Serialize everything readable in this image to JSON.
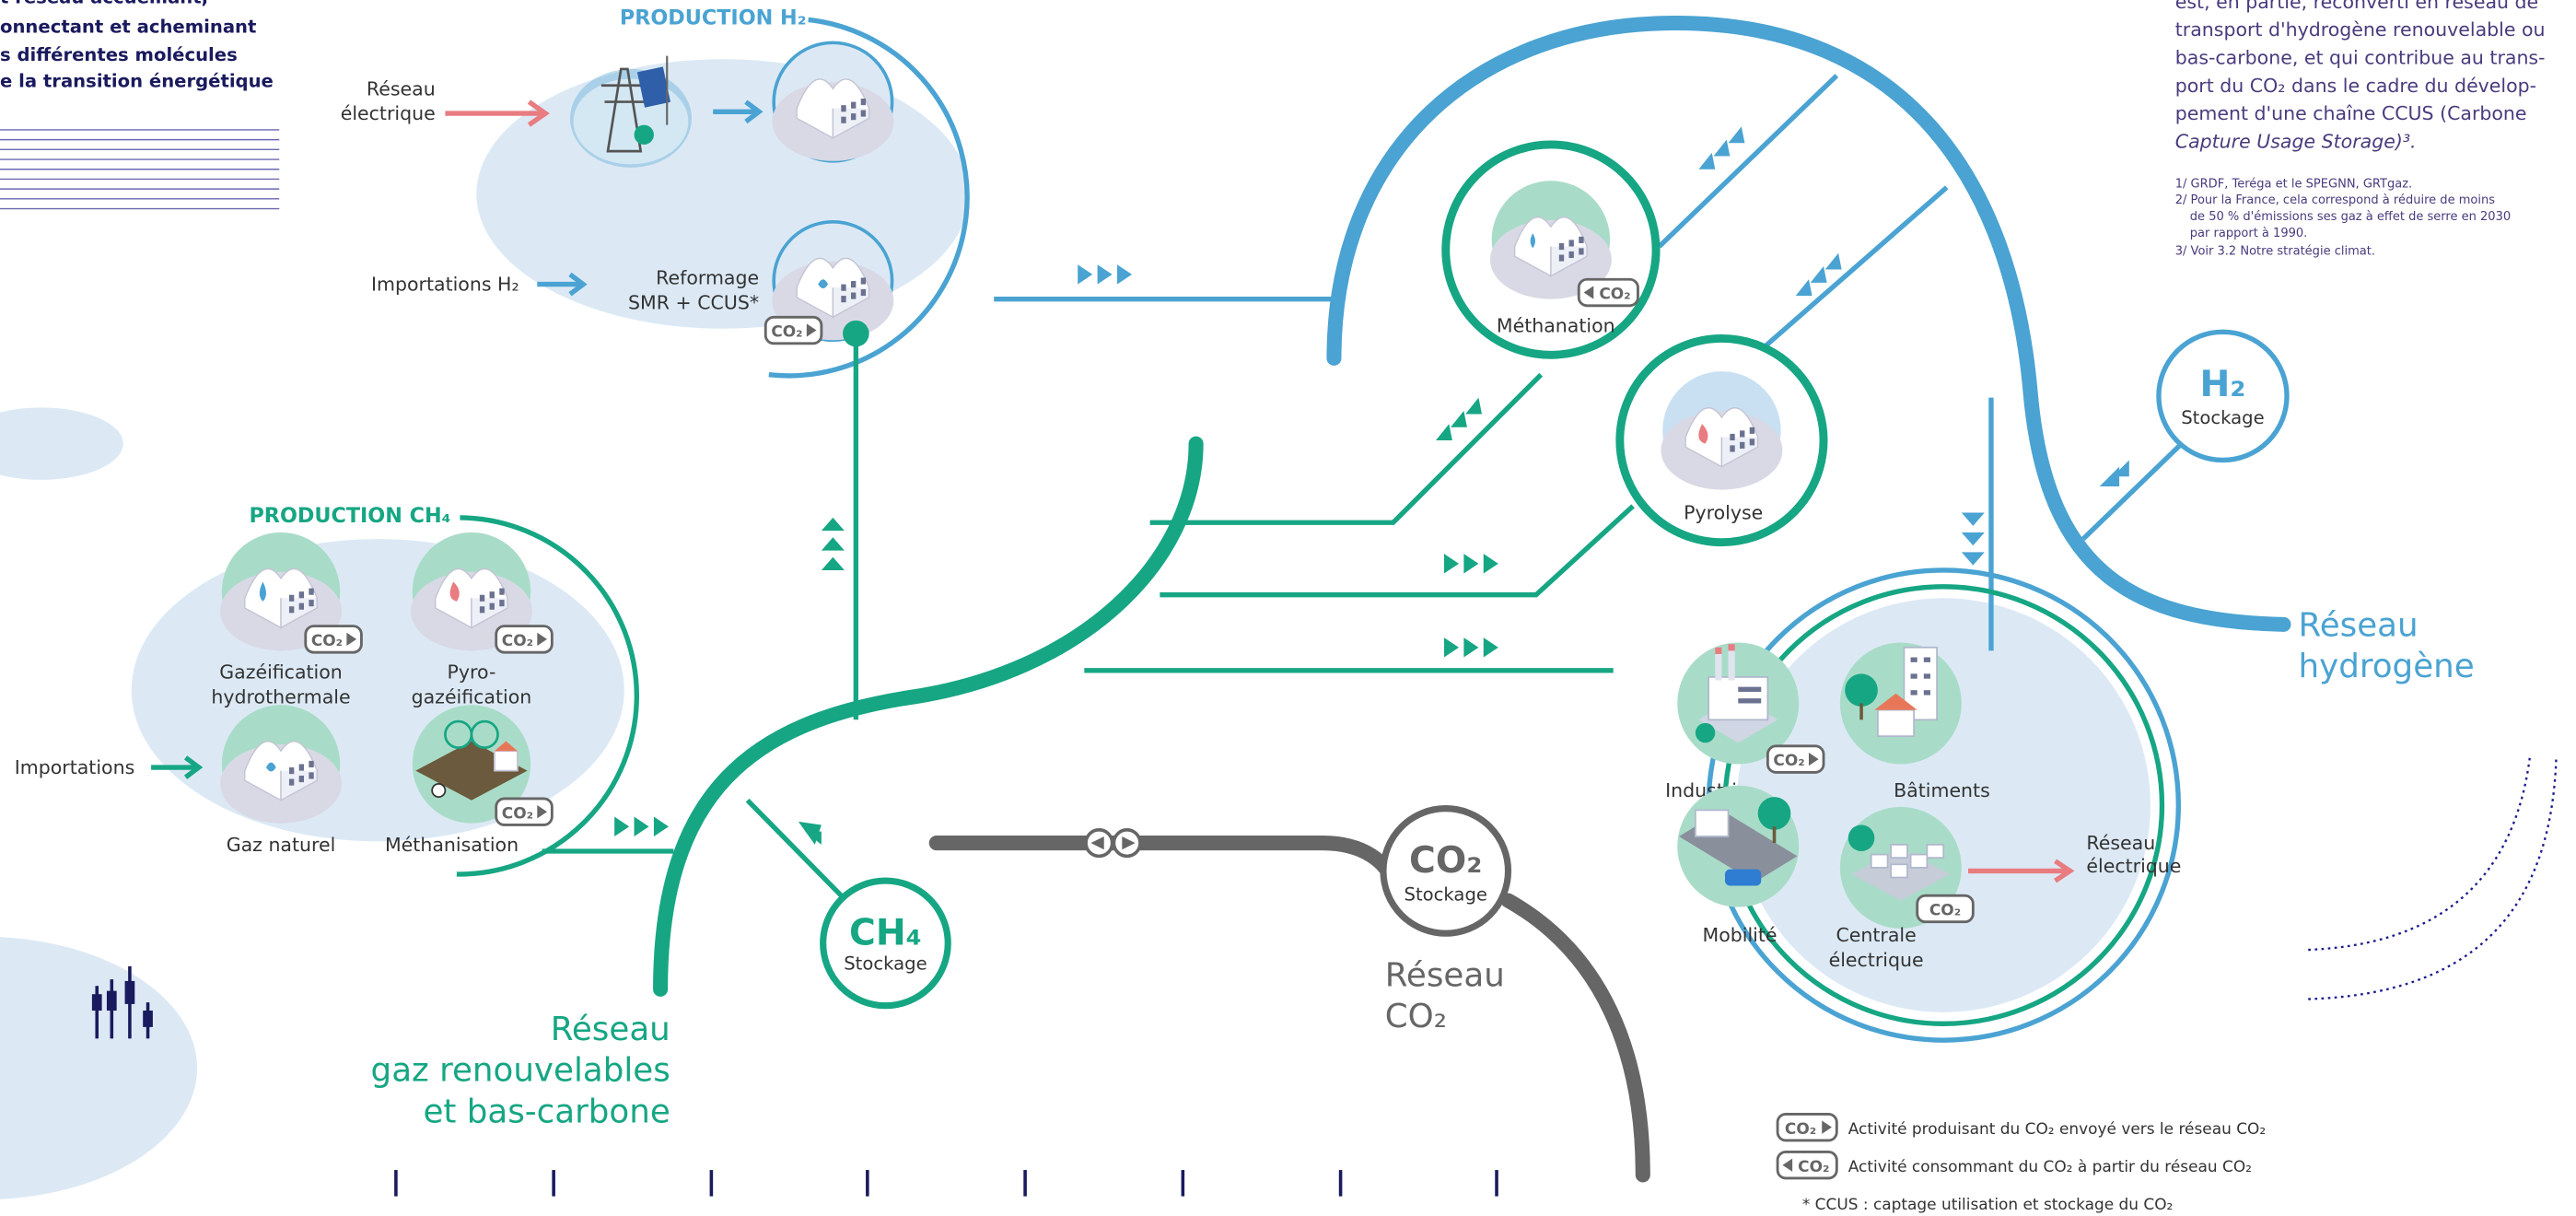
{
  "intro": {
    "lines": [
      "t réseau accueillant,",
      "onnectant et acheminant",
      "s différentes molécules",
      "e la transition énergétique"
    ]
  },
  "side_text": {
    "lines": [
      "est, en partie, reconverti en réseau de",
      "transport d'hydrogène renouvelable ou",
      "bas-carbone, et qui contribue au trans-",
      "port du CO₂ dans le cadre du dévelop-",
      "pement d'une chaîne CCUS (Carbone",
      "Capture Usage Storage)³."
    ],
    "footnotes": [
      "1/ GRDF, Teréga et le SPEGNN, GRTgaz.",
      "2/ Pour la France, cela correspond à réduire de moins",
      "de 50 % d'émissions ses gaz à effet de serre en 2030",
      "par rapport à 1990.",
      "3/ Voir 3.2 Notre stratégie climat."
    ]
  },
  "h2_production": {
    "title": "PRODUCTION H₂",
    "reseau_electrique": [
      "Réseau",
      "électrique"
    ],
    "importations": "Importations H₂",
    "reformage": [
      "Reformage",
      "SMR + CCUS*"
    ]
  },
  "ch4_production": {
    "title": "PRODUCTION CH₄",
    "importations": "Importations",
    "items": {
      "gazeification": [
        "Gazéification",
        "hydrothermale"
      ],
      "pyro": [
        "Pyro-",
        "gazéification"
      ],
      "gaz_naturel": "Gaz naturel",
      "methanisation": "Méthanisation"
    }
  },
  "nodes": {
    "methanation": "Méthanation",
    "pyrolyse": "Pyrolyse",
    "h2_storage": {
      "symbol": "H₂",
      "label": "Stockage"
    },
    "ch4_storage": {
      "symbol": "CH₄",
      "label": "Stockage"
    },
    "co2_storage": {
      "symbol": "CO₂",
      "label": "Stockage"
    }
  },
  "consumers": {
    "industrie": "Industrie",
    "batiments": "Bâtiments",
    "mobilite": "Mobilité",
    "centrale": [
      "Centrale",
      "électrique"
    ],
    "reseau_electrique": [
      "Réseau",
      "électrique"
    ]
  },
  "networks": {
    "hydrogene": [
      "Réseau",
      "hydrogène"
    ],
    "gaz": [
      "Réseau",
      "gaz renouvelables",
      "et bas-carbone"
    ],
    "co2": [
      "Réseau",
      "CO₂"
    ]
  },
  "badge": {
    "text": "CO₂"
  },
  "legend": {
    "produces": "Activité produisant du CO₂ envoyé vers le réseau CO₂",
    "consumes": "Activité consommant du CO₂ à partir du réseau CO₂",
    "ccus_note": "* CCUS : captage utilisation et stockage du CO₂"
  },
  "colors": {
    "green": "#16a683",
    "blue": "#4aa3d2",
    "gray": "#666666",
    "light_blue": "#dce9f5",
    "navy": "#1a1a5e",
    "salmon": "#e87c80"
  }
}
